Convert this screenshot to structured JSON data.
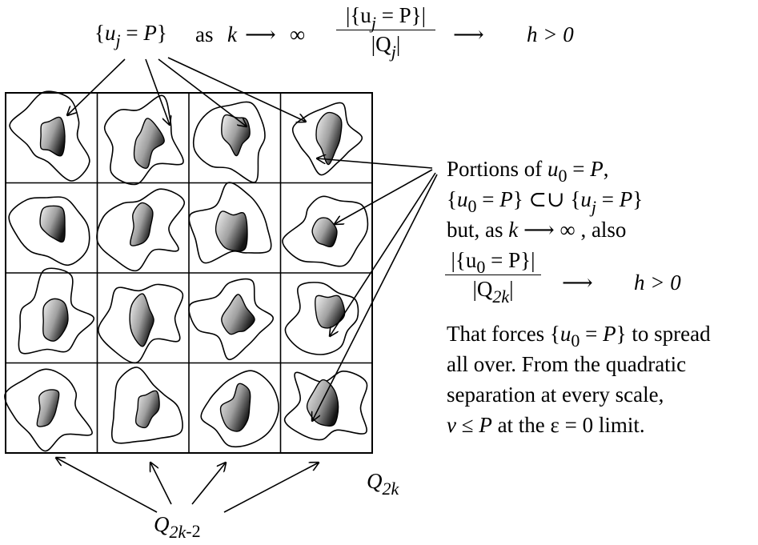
{
  "top_caption": {
    "set_left": "{",
    "set_var": "u",
    "set_sub": "j",
    "set_eq": " = ",
    "set_P": "P",
    "set_right": "}",
    "as_word": "as",
    "k_var": "k",
    "arrow": "⟶",
    "infinity": "∞",
    "frac_num": "|{u",
    "frac_num_sub": "j",
    "frac_num_rest": " = P}|",
    "frac_den": "|Q",
    "frac_den_sub": "j",
    "frac_den_rest": "|",
    "h_expr": "h > 0"
  },
  "side_text": {
    "line1_a": "Portions of ",
    "line1_var": "u",
    "line1_sub": "0",
    "line1_b": " = ",
    "line1_P": "P",
    "line1_c": ",",
    "line2_a": "{",
    "line2_var": "u",
    "line2_sub": "0",
    "line2_b": " = ",
    "line2_P": "P",
    "line2_c": "} ⊂∪  {",
    "line2_var2": "u",
    "line2_sub2": "j",
    "line2_d": " = ",
    "line2_P2": "P",
    "line2_e": "}",
    "line3_a": "but, as  ",
    "line3_k": "k",
    "line3_b": " ⟶  ∞  , also",
    "frac_num": "|{u",
    "frac_num_sub": "0",
    "frac_num_rest": " = P}|",
    "frac_den": "|Q",
    "frac_den_sub": "2k",
    "frac_den_rest": "|",
    "frac_arrow": "⟶",
    "frac_h": "h > 0",
    "line5_a": "That forces {",
    "line5_var": "u",
    "line5_sub": "0",
    "line5_b": " = ",
    "line5_P": "P",
    "line5_c": "} to spread",
    "line6": "all over.  From the quadratic",
    "line7": "separation at every scale,",
    "line8_v": "v",
    "line8_a": " ≤ ",
    "line8_P": "P",
    "line8_b": " at the   ε = 0 limit."
  },
  "labels": {
    "q2k_var": "Q",
    "q2k_sub": "2k",
    "q2k2_var": "Q",
    "q2k2_sub": "2k",
    "q2k2_rest": "-2"
  },
  "grid": {
    "rows": 4,
    "cols": 4
  },
  "colors": {
    "ink": "#000000",
    "shade_dark": "#1a1a1a",
    "shade_light": "#f4f4f4",
    "background": "#ffffff"
  }
}
